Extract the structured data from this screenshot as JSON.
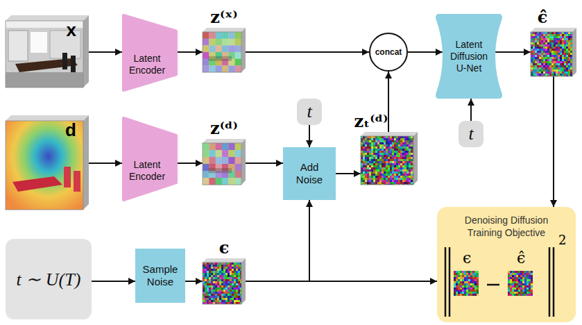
{
  "diagram": {
    "nodes": [
      {
        "text": [
          "x"
        ]
      },
      {
        "text": [
          "Latent Encoder"
        ]
      },
      {
        "text": [
          "z⁽ˣ⁾"
        ]
      },
      {
        "text": [
          "concat"
        ]
      },
      {
        "text": [
          "Latent Diffusion U-Net"
        ]
      },
      {
        "text": [
          "ϵ̂"
        ]
      },
      {
        "text": [
          "d"
        ]
      },
      {
        "text": [
          "Latent Encoder"
        ]
      },
      {
        "text": [
          "z⁽ᵈ⁾"
        ]
      },
      {
        "text": [
          "t"
        ]
      },
      {
        "text": [
          "Add Noise"
        ]
      },
      {
        "text": [
          "zₜ⁽ᵈ⁾"
        ]
      },
      {
        "text": [
          "t"
        ]
      },
      {
        "text": [
          "t ∼ U(T)"
        ]
      },
      {
        "text": [
          "Sample Noise"
        ]
      },
      {
        "text": [
          "ϵ"
        ]
      },
      {
        "text": [
          "Denoising Diffusion Training Objective",
          "ϵ",
          "ϵ̂",
          "2"
        ]
      }
    ],
    "edges": [
      {
        "from": 0,
        "to": 1,
        "arrow": "to"
      },
      {
        "from": 1,
        "to": 2,
        "arrow": "to"
      },
      {
        "from": 2,
        "to": 3,
        "arrow": "to"
      },
      {
        "from": 3,
        "to": 4,
        "arrow": "to"
      },
      {
        "from": 4,
        "to": 5,
        "arrow": "to"
      },
      {
        "from": 12,
        "to": 4,
        "arrow": "to"
      },
      {
        "from": 6,
        "to": 7,
        "arrow": "to"
      },
      {
        "from": 7,
        "to": 8,
        "arrow": "to"
      },
      {
        "from": 8,
        "to": 10,
        "arrow": "to"
      },
      {
        "from": 9,
        "to": 10,
        "arrow": "to"
      },
      {
        "from": 10,
        "to": 11,
        "arrow": "to"
      },
      {
        "from": 11,
        "to": 3,
        "arrow": "to"
      },
      {
        "from": 13,
        "to": 14,
        "arrow": "to"
      },
      {
        "from": 14,
        "to": 15,
        "arrow": "to"
      },
      {
        "from": 15,
        "to": 10,
        "arrow": "to"
      },
      {
        "from": 15,
        "to": 16,
        "arrow": "to"
      },
      {
        "from": 5,
        "to": 16,
        "arrow": "to"
      }
    ]
  }
}
